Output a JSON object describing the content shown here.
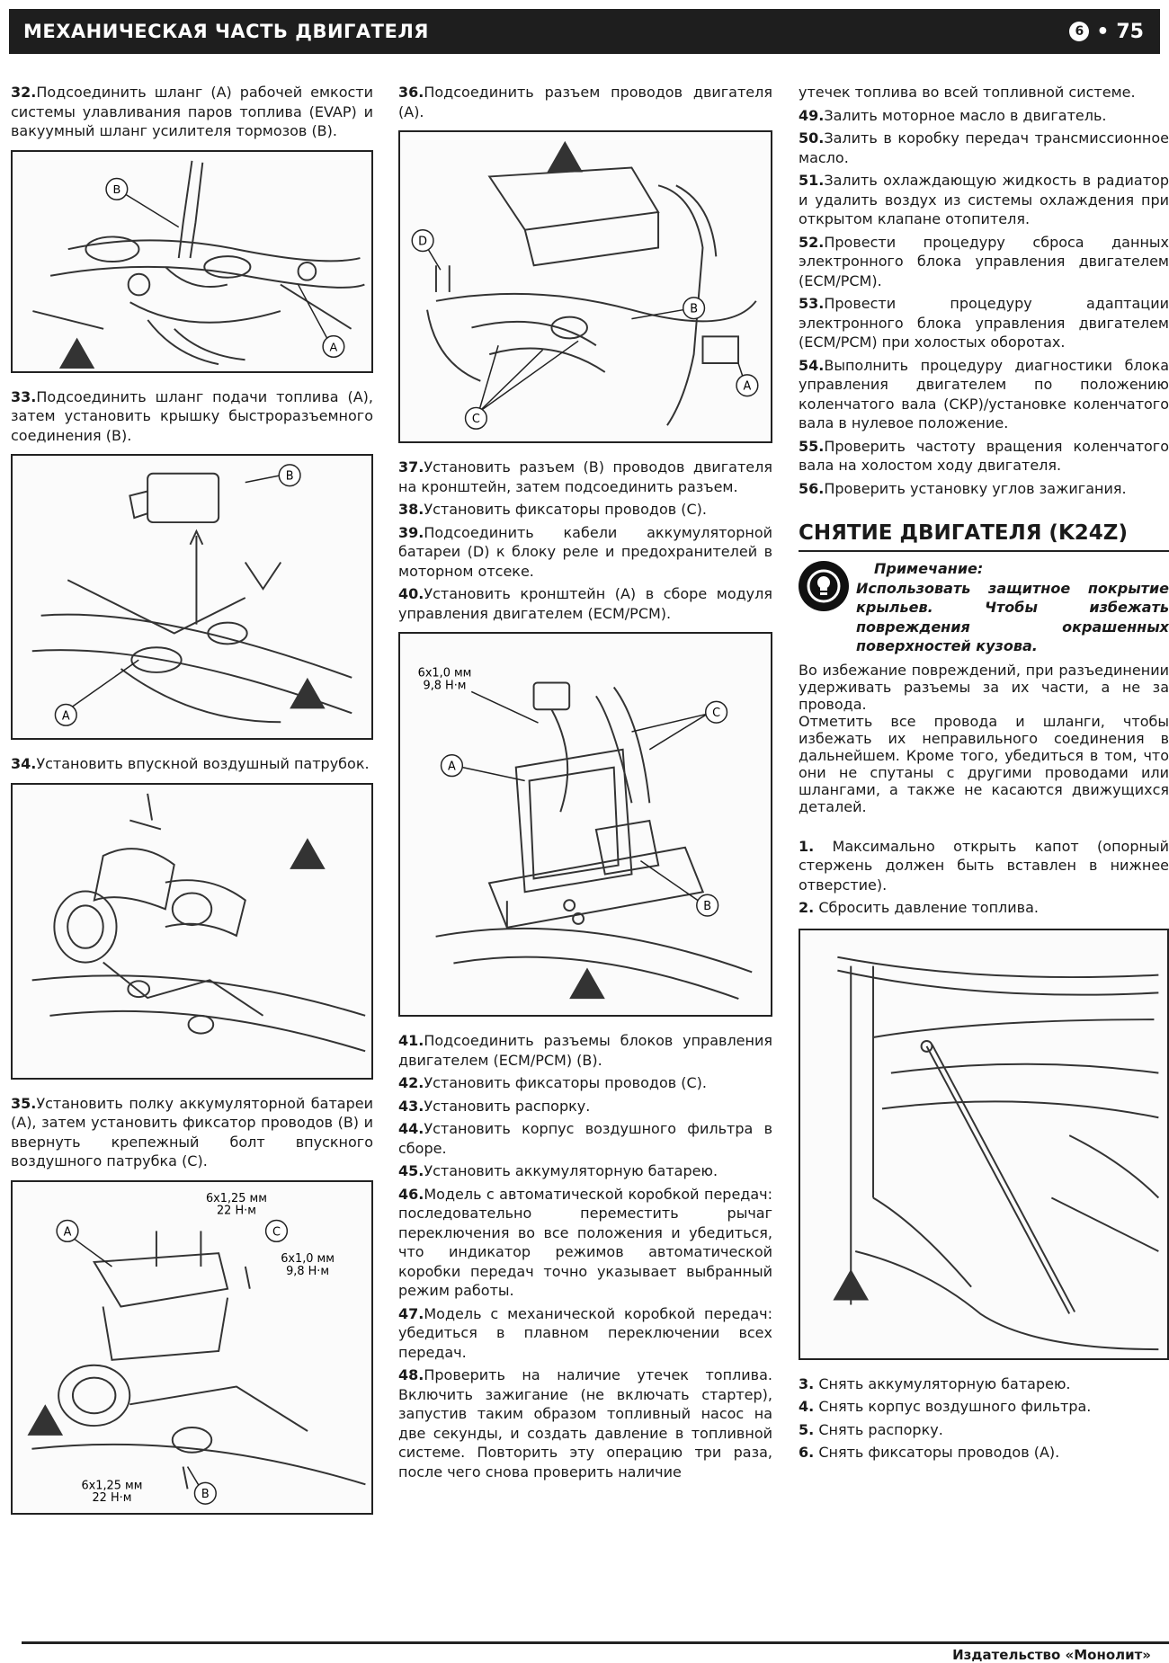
{
  "header": {
    "title": "МЕХАНИЧЕСКАЯ ЧАСТЬ ДВИГАТЕЛЯ",
    "section_mark": "6",
    "page_number": "75"
  },
  "col1": {
    "s32": {
      "n": "32.",
      "t": "Подсоединить шланг (А) рабочей емкости системы улавливания паров топлива (EVAP) и вакуумный шланг усилителя тормозов (В)."
    },
    "fig1": {
      "labels": [
        "B",
        "A"
      ]
    },
    "s33": {
      "n": "33.",
      "t": "Подсоединить шланг подачи топлива (А), затем установить крышку быстроразъемного соединения (В)."
    },
    "fig2": {
      "labels": [
        "B",
        "A"
      ]
    },
    "s34": {
      "n": "34.",
      "t": "Установить впускной воздушный патрубок."
    },
    "s35": {
      "n": "35.",
      "t": "Установить полку аккумуляторной батареи (А), затем установить фиксатор проводов (В) и ввернуть крепежный болт впускного воздушного патрубка (С)."
    },
    "fig4": {
      "labels": [
        "A",
        "C",
        "B"
      ],
      "torque_top_1": "6х1,25 мм",
      "torque_top_2": "22 Н·м",
      "torque_right_1": "6х1,0 мм",
      "torque_right_2": "9,8 Н·м",
      "torque_bottom_1": "6х1,25 мм",
      "torque_bottom_2": "22 Н·м"
    }
  },
  "col2": {
    "s36": {
      "n": "36.",
      "t": "Подсоединить разъем проводов двигателя (А)."
    },
    "fig5": {
      "labels": [
        "D",
        "B",
        "A",
        "C"
      ]
    },
    "s37": {
      "n": "37.",
      "t": "Установить разъем (В) проводов двигателя на кронштейн, затем подсоединить разъем."
    },
    "s38": {
      "n": "38.",
      "t": "Установить фиксаторы проводов (С)."
    },
    "s39": {
      "n": "39.",
      "t": "Подсоединить кабели аккумуляторной батареи (D) к блоку реле и предохранителей в моторном отсеке."
    },
    "s40": {
      "n": "40.",
      "t": "Установить кронштейн (А) в сборе модуля управления двигателем (ECM/PCM)."
    },
    "fig6": {
      "labels": [
        "A",
        "C",
        "B"
      ],
      "torque_1": "6х1,0 мм",
      "torque_2": "9,8 Н·м"
    },
    "s41": {
      "n": "41.",
      "t": "Подсоединить разъемы блоков управления двигателем (ECM/PCM) (В)."
    },
    "s42": {
      "n": "42.",
      "t": "Установить фиксаторы проводов (С)."
    },
    "s43": {
      "n": "43.",
      "t": "Установить распорку."
    },
    "s44": {
      "n": "44.",
      "t": "Установить корпус воздушного фильтра в сборе."
    },
    "s45": {
      "n": "45.",
      "t": "Установить аккумуляторную батарею."
    },
    "s46": {
      "n": "46.",
      "t": "Модель с автоматической коробкой передач: последовательно переместить рычаг переключения во все положения и убедиться, что индикатор режимов автоматической коробки передач точно указывает выбранный режим работы."
    },
    "s47": {
      "n": "47.",
      "t": "Модель с механической коробкой передач: убедиться в плавном переключении всех передач."
    },
    "s48": {
      "n": "48.",
      "t": "Проверить на наличие утечек топлива. Включить зажигание (не включать стартер), запустив таким образом топливный насос на две секунды, и создать давление в топливной системе. Повторить эту операцию три раза, после чего снова проверить наличие"
    }
  },
  "col3": {
    "cont": {
      "t": "утечек топлива во всей топливной системе."
    },
    "s49": {
      "n": "49.",
      "t": "Залить моторное масло в двигатель."
    },
    "s50": {
      "n": "50.",
      "t": "Залить в коробку передач трансмиссионное масло."
    },
    "s51": {
      "n": "51.",
      "t": "Залить охлаждающую жидкость в радиатор и удалить воздух из системы охлаждения при открытом клапане отопителя."
    },
    "s52": {
      "n": "52.",
      "t": "Провести процедуру сброса данных электронного блока управления двигателем (ECM/PCM)."
    },
    "s53": {
      "n": "53.",
      "t": "Провести процедуру адаптации электронного блока управления двигателем (ECM/PCM) при холостых оборотах."
    },
    "s54": {
      "n": "54.",
      "t": "Выполнить процедуру диагностики блока управления двигателем по положению коленчатого вала (СКР)/установке коленчатого вала в нулевое положение."
    },
    "s55": {
      "n": "55.",
      "t": "Проверить частоту вращения коленчатого вала на холостом ходу двигателя."
    },
    "s56": {
      "n": "56.",
      "t": "Проверить установку углов зажигания."
    },
    "section_title": "СНЯТИЕ ДВИГАТЕЛЯ (K24Z)",
    "note_title": "Примечание:",
    "note_1": "Использовать защитное покрытие крыльев. Чтобы избежать повреждения окрашенных поверхностей кузова.",
    "note_2": "Во избежание повреждений, при разъединении удерживать разъемы за их части, а не за провода.",
    "note_3": "Отметить все провода и шланги, чтобы избежать их неправильного соединения в дальнейшем. Кроме того, убедиться в том, что они не спутаны с другими проводами или шлангами, а также не касаются движущихся деталей.",
    "r1": {
      "n": "1.",
      "t": "Максимально открыть капот (опорный стержень должен быть вставлен в нижнее отверстие)."
    },
    "r2": {
      "n": "2.",
      "t": "Сбросить давление топлива."
    },
    "r3": {
      "n": "3.",
      "t": "Снять аккумуляторную батарею."
    },
    "r4": {
      "n": "4.",
      "t": "Снять корпус воздушного фильтра."
    },
    "r5": {
      "n": "5.",
      "t": "Снять распорку."
    },
    "r6": {
      "n": "6.",
      "t": "Снять фиксаторы проводов (А)."
    }
  },
  "footer": {
    "publisher": "Издательство «Монолит»"
  }
}
